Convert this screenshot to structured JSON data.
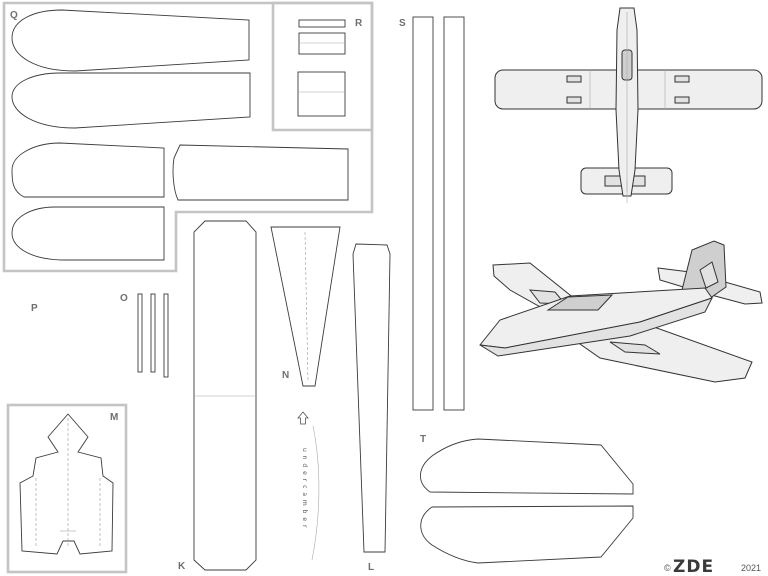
{
  "parts": {
    "Q": "Q",
    "R": "R",
    "S": "S",
    "P": "P",
    "O": "O",
    "M": "M",
    "K": "K",
    "N": "N",
    "L": "L",
    "T": "T"
  },
  "note": {
    "undercamber": "u n d e r c a m b e r"
  },
  "footer": {
    "copyright_symbol": "©",
    "logo": "ZDE",
    "year": "2021"
  }
}
